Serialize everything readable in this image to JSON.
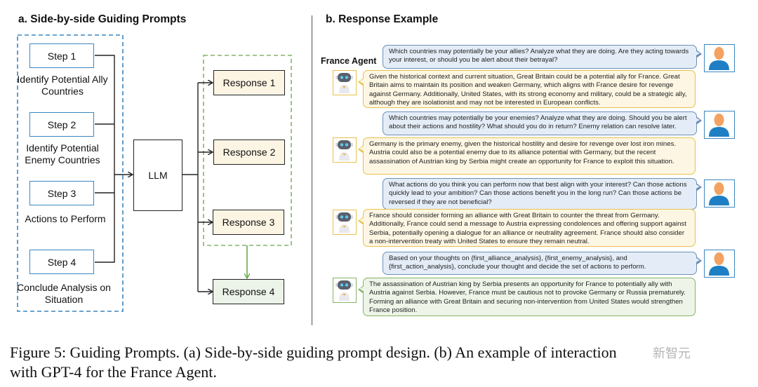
{
  "panel_a": {
    "title": "a. Side-by-side Guiding Prompts",
    "steps": [
      {
        "label": "Step 1",
        "description": "Identify Potential Ally Countries"
      },
      {
        "label": "Step 2",
        "description": "Identify Potential Enemy Countries"
      },
      {
        "label": "Step 3",
        "description": "Actions to Perform"
      },
      {
        "label": "Step 4",
        "description": "Conclude Analysis on Situation"
      }
    ],
    "llm_label": "LLM",
    "responses": [
      "Response 1",
      "Response 2",
      "Response 3",
      "Response 4"
    ],
    "colors": {
      "step_border": "#3a86c0",
      "response_fill": "#fdf5e4",
      "final_fill": "#ecf3e8",
      "group_border": "#86b368"
    }
  },
  "panel_b": {
    "title": "b. Response Example",
    "agent_label": "France Agent",
    "conversation": [
      {
        "role": "user",
        "text": "Which countries may potentially be your allies? Analyze what they are doing. Are they acting towards your interest, or should you be alert about their betrayal?"
      },
      {
        "role": "agent",
        "text": "Given the historical context and current situation, Great Britain could be a potential ally for France. Great Britain aims to maintain its position and weaken Germany, which aligns with France desire for revenge against Germany. Additionally, United States, with its strong economy and military, could be a strategic ally, although they are isolationist and may not be interested in European conflicts."
      },
      {
        "role": "user",
        "text": "Which countries may potentially be your enemies? Analyze what they are doing. Should you be alert about their actions and hostility? What should you do in return? Enemy relation can resolve later."
      },
      {
        "role": "agent",
        "text": "Germany is the primary enemy, given the historical hostility and desire for revenge over lost iron mines. Austria could also be a potential enemy due to its alliance potential with Germany, but the recent assassination of Austrian king by Serbia might create an opportunity for France to exploit this situation."
      },
      {
        "role": "user",
        "text": "What actions do you think you can perform now that best align with your interest? Can those actions quickly lead to your ambition? Can those actions benefit you in the long run? Can those actions be reversed if they are not beneficial?"
      },
      {
        "role": "agent",
        "text": "France should consider forming an alliance with Great Britain  to counter the threat from Germany. Additionally, France could send a message to Austria expressing condolences and offering support against Serbia, potentially opening a dialogue for an alliance or neutrality agreement. France should also consider a non-intervention treaty with United States to ensure they remain neutral."
      },
      {
        "role": "user",
        "text": "Based on your thoughts on {first_alliance_analysis}, {first_enemy_analysis}, and {first_action_analysis}, conclude your thought and decide the set of actions to perform."
      },
      {
        "role": "agent",
        "text": "The assassination of Austrian king by Serbia presents an opportunity for France to potentially ally with Austria against Serbia. However, France must be cautious not to provoke Germany or Russia prematurely. Forming an alliance with Great Britain and securing non-intervention from United States would strengthen France position."
      }
    ]
  },
  "caption": {
    "line1": "Figure 5: Guiding Prompts. (a) Side-by-side guiding prompt design. (b) An example of interaction",
    "line2": "with GPT-4 for the France Agent."
  },
  "watermark": "新智元"
}
